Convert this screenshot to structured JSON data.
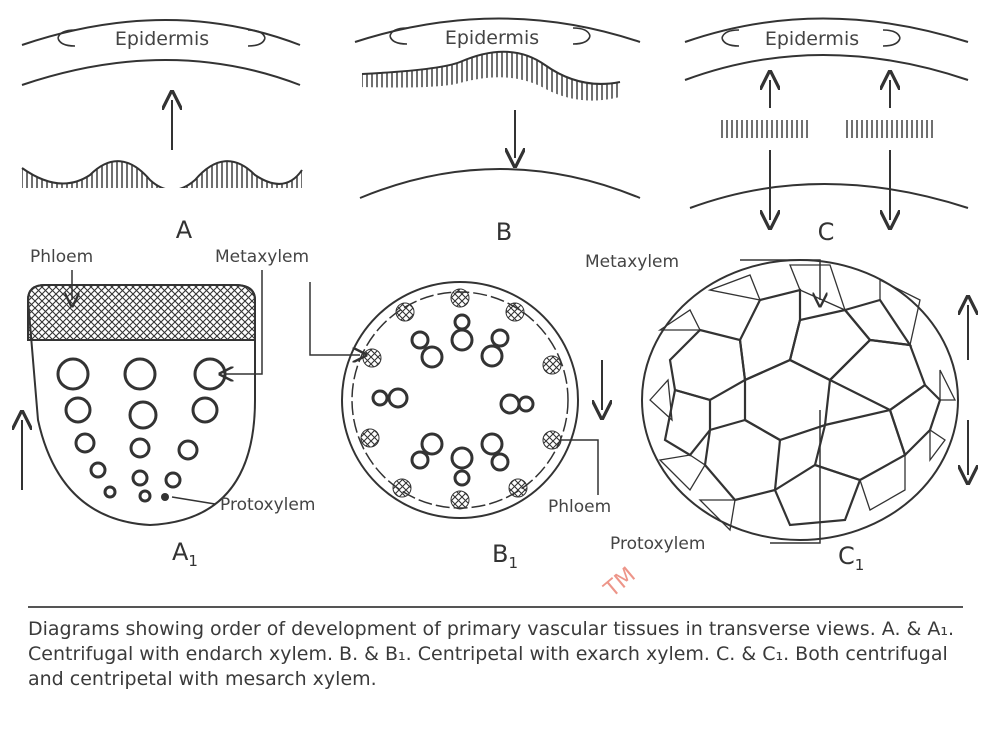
{
  "labels": {
    "epidermis": "Epidermis",
    "phloem": "Phloem",
    "metaxylem": "Metaxylem",
    "protoxylem": "Protoxylem"
  },
  "panels": {
    "a": "A",
    "b": "B",
    "c": "C",
    "a1_letter": "A",
    "b1_letter": "B",
    "c1_letter": "C",
    "subscript": "1"
  },
  "caption": "Diagrams showing order of development of primary vascular tissues in transverse views. A. & A₁. Centrifugal with endarch xylem. B. & B₁. Centripetal with exarch xylem. C. & C₁. Both centrifugal and centripetal with mesarch xylem.",
  "watermark": "TM",
  "colors": {
    "ink": "#333333",
    "watermark": "#e0402a"
  }
}
